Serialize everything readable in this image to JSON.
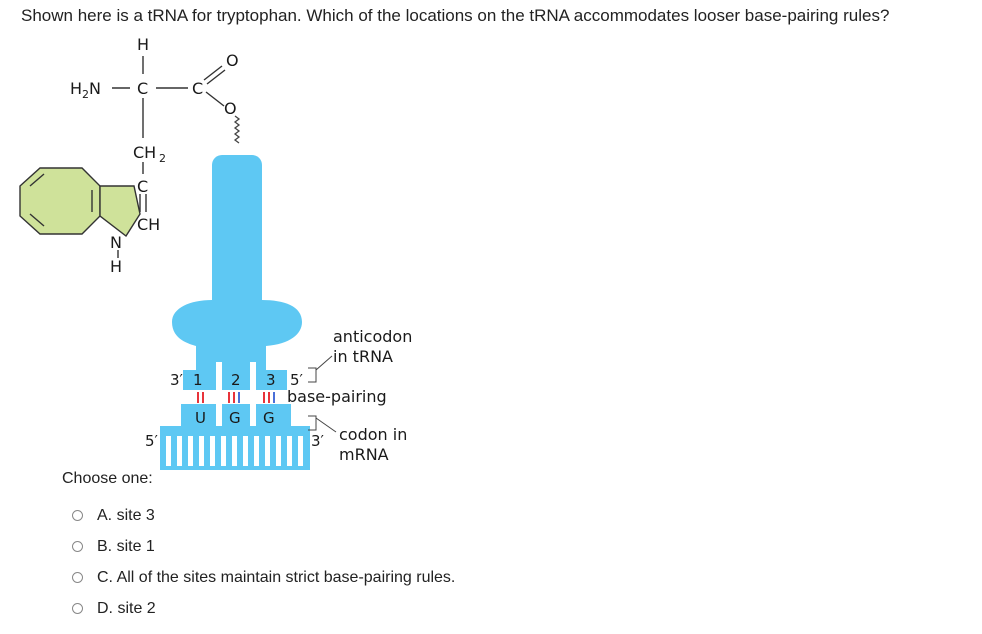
{
  "question": {
    "text": "Shown here is a tRNA for tryptophan. Which of the locations on the tRNA accommodates looser base-pairing rules?"
  },
  "figure": {
    "molecule": {
      "h_top": "H",
      "h2n": "H",
      "h2n_sub": "2",
      "h2n_n": "N",
      "c_alpha": "C",
      "c_carboxyl": "C",
      "o_double": "O",
      "o_single": "O",
      "ch2": "CH",
      "ch2_sub": "2",
      "c_ring": "C",
      "ch_ring": "CH",
      "n_ring": "N",
      "h_ring": "H"
    },
    "trna": {
      "end_3": "3′",
      "end_5": "5′",
      "sites": [
        "1",
        "2",
        "3"
      ],
      "codon_bases": [
        "U",
        "G",
        "G"
      ],
      "mrna_5": "5′",
      "mrna_3": "3′",
      "label_anticodon_1": "anticodon",
      "label_anticodon_2": "in tRNA",
      "label_basepairing": "base-pairing",
      "label_codon_1": "codon in",
      "label_codon_2": "mRNA"
    },
    "colors": {
      "trna_fill": "#5ec8f3",
      "ring_fill": "#cfe29a",
      "pair_red": "#e8333a",
      "pair_blue": "#4a6fd8"
    }
  },
  "choose_label": "Choose one:",
  "options": [
    {
      "label": "A. site 3"
    },
    {
      "label": "B. site 1"
    },
    {
      "label": "C. All of the sites maintain strict base-pairing rules."
    },
    {
      "label": "D. site 2"
    }
  ]
}
